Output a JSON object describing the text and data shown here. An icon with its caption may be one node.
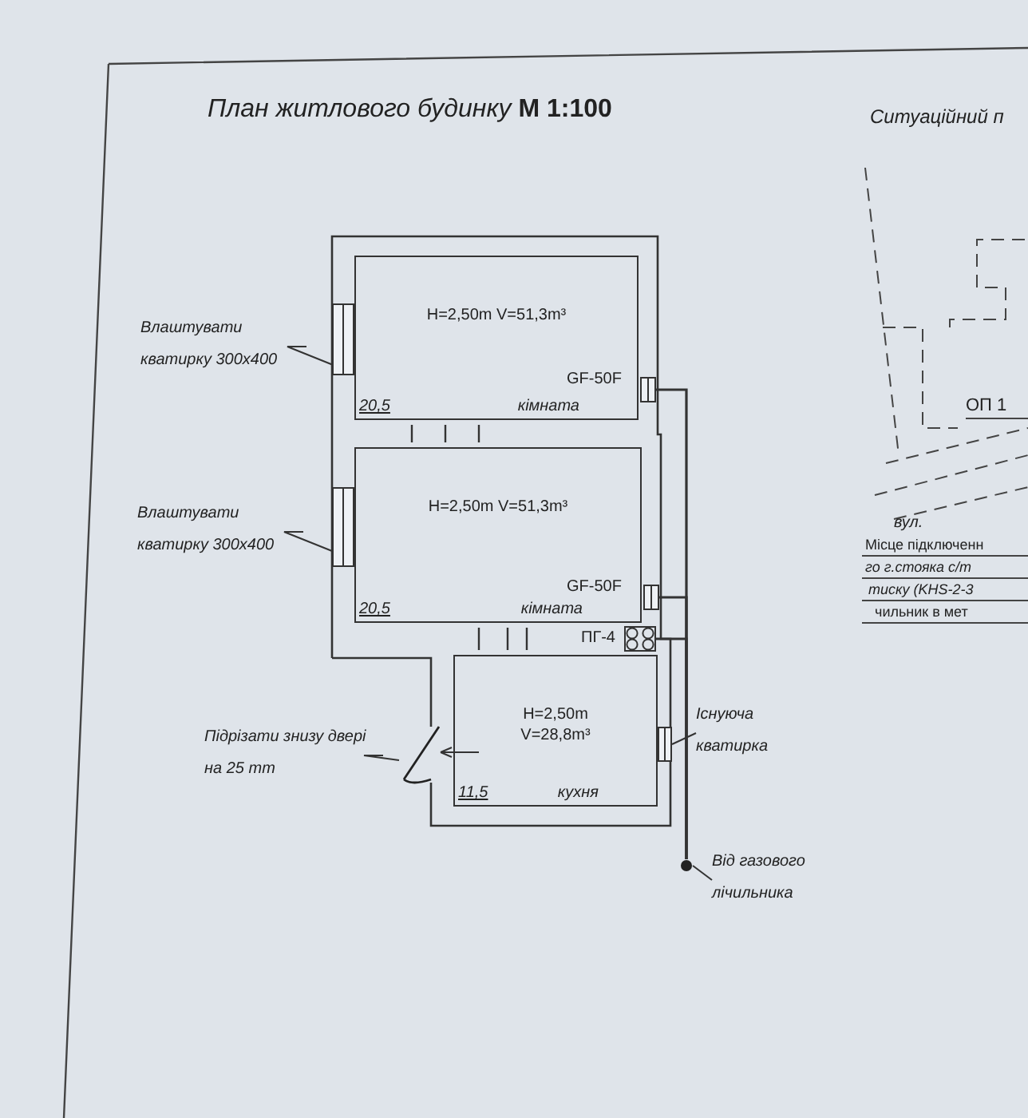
{
  "diagram": {
    "title": "План житлового будинку **M 1:100**",
    "nodes": [
      {
        "text": [
          "H=2,50m V=51,3m³",
          "20,5",
          "кімната"
        ]
      },
      {
        "text": [
          "H=2,50m V=51,3m³",
          "20,5",
          "кімната"
        ]
      },
      {
        "text": [
          "H=2,50m V=28,8m³",
          "11,5",
          "кухня"
        ]
      },
      {
        "text": [
          "Влаштувати кватирку 300x400"
        ]
      },
      {
        "text": [],
        "shape": "box"
      },
      {
        "text": [
          "Влаштувати кватирку 300x400"
        ]
      },
      {
        "text": [],
        "shape": "box"
      },
      {
        "text": [
          "Підрізати знизу двері на 25 mm"
        ]
      },
      {
        "text": [],
        "shape": "bar"
      },
      {
        "text": [
          "Існуюча кватирка"
        ]
      },
      {
        "text": [],
        "shape": "box"
      },
      {
        "text": [
          "Від газового лічильника"
        ]
      },
      {
        "text": [],
        "shape": "circle"
      },
      {
        "text": [],
        "shape": "box"
      },
      {
        "text": [],
        "shape": "box"
      },
      {
        "text": [],
        "shape": "picture",
        "beside": [
          "ПГ-4"
        ]
      }
    ],
    "edges": [
      {
        "from": 3,
        "to": 4,
        "arrow": "none"
      },
      {
        "from": 5,
        "to": 6,
        "arrow": "none"
      },
      {
        "from": 7,
        "to": 8,
        "arrow": "none"
      },
      {
        "from": 9,
        "to": 10,
        "arrow": "none"
      },
      {
        "from": 11,
        "to": 12,
        "arrow": "none"
      },
      {
        "from": 12,
        "to": 13,
        "arrow": "none"
      },
      {
        "from": 12,
        "to": 14,
        "arrow": "none"
      },
      {
        "from": 12,
        "to": 15,
        "arrow": "none"
      }
    ],
    "labels": [
      "Ситуаційний п",
      "ОП 1",
      "вул.",
      "Місце підключенн",
      "го г.стояка с/т",
      "тиску (KHS-2-3",
      "чильник в мет",
      "GF-50F",
      "GF-50F"
    ]
  }
}
